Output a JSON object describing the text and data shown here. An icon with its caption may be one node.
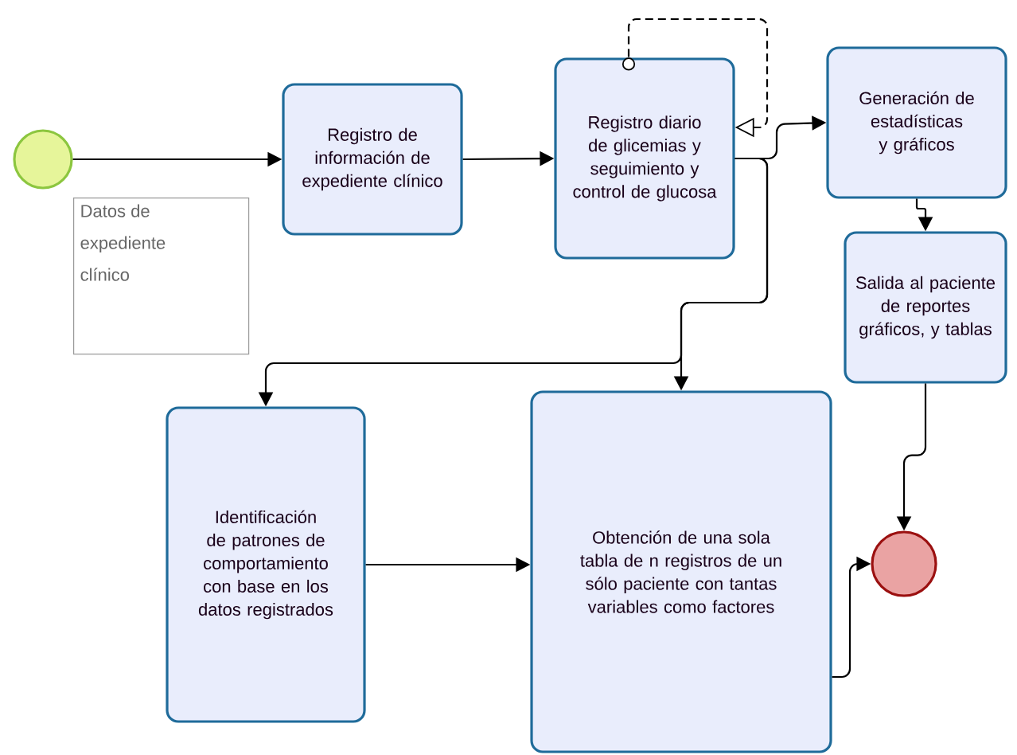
{
  "diagram": {
    "nodes": [
      {
        "text": [],
        "shape": "circle"
      },
      {
        "text": [
          "Datos de expediente clínico"
        ]
      },
      {
        "text": [
          "Registro de información de expediente clínico"
        ]
      },
      {
        "text": [
          "Registro diario de glicemias y seguimiento y control de glucosa"
        ]
      },
      {
        "text": [
          "Generación de estadísticas y gráficos"
        ]
      },
      {
        "text": [
          "Salida al paciente de reportes gráficos, y tablas"
        ]
      },
      {
        "text": [
          "Identificación de patrones de comportamiento con base en los datos registrados"
        ]
      },
      {
        "text": [
          "Obtención de una sola tabla de n registros de un sólo paciente con tantas variables como factores"
        ]
      },
      {
        "text": [],
        "shape": "circle"
      }
    ],
    "edges": [
      {
        "from": 0,
        "to": 2,
        "arrow": "to"
      },
      {
        "from": 2,
        "to": 3,
        "arrow": "to"
      },
      {
        "from": 3,
        "to": 3,
        "arrow": "to",
        "style": "dashed"
      },
      {
        "from": 3,
        "to": 4,
        "arrow": "to"
      },
      {
        "from": 3,
        "to": 6,
        "arrow": "to"
      },
      {
        "from": 3,
        "to": 7,
        "arrow": "to"
      },
      {
        "from": 4,
        "to": 5,
        "arrow": "to"
      },
      {
        "from": 5,
        "to": 8,
        "arrow": "to"
      },
      {
        "from": 6,
        "to": 7,
        "arrow": "to"
      },
      {
        "from": 7,
        "to": 8,
        "arrow": "to"
      }
    ]
  }
}
